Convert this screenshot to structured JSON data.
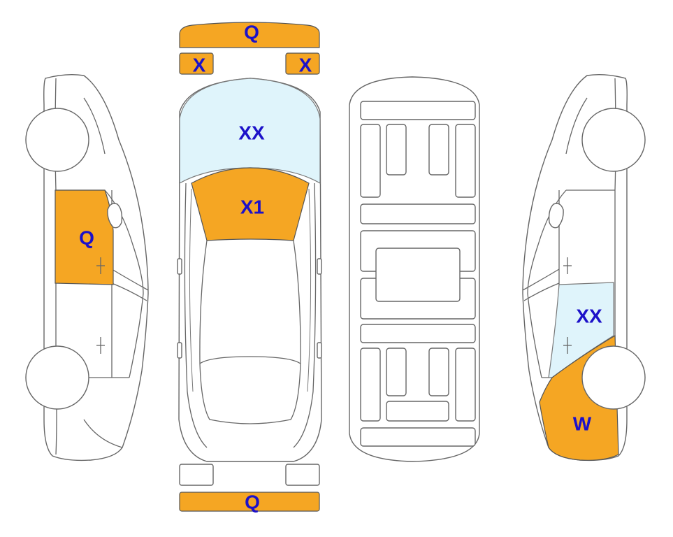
{
  "colors": {
    "damage_orange": "#f5a623",
    "damage_light_blue": "#dff4fb",
    "label_blue": "#1c11c9",
    "outline_gray": "#666666"
  },
  "views": {
    "front_bumper": {
      "label": "Q",
      "severity_color": "orange"
    },
    "headlight_left": {
      "label": "X",
      "severity_color": "orange"
    },
    "headlight_right": {
      "label": "X",
      "severity_color": "orange"
    },
    "hood": {
      "label": "XX",
      "severity_color": "light-blue"
    },
    "windshield": {
      "label": "X1",
      "severity_color": "orange"
    },
    "left_front_door": {
      "label": "Q",
      "severity_color": "orange"
    },
    "right_rear_door": {
      "label": "XX",
      "severity_color": "light-blue"
    },
    "right_rear_quarter": {
      "label": "W",
      "severity_color": "orange"
    },
    "rear_bumper": {
      "label": "Q",
      "severity_color": "orange"
    }
  }
}
